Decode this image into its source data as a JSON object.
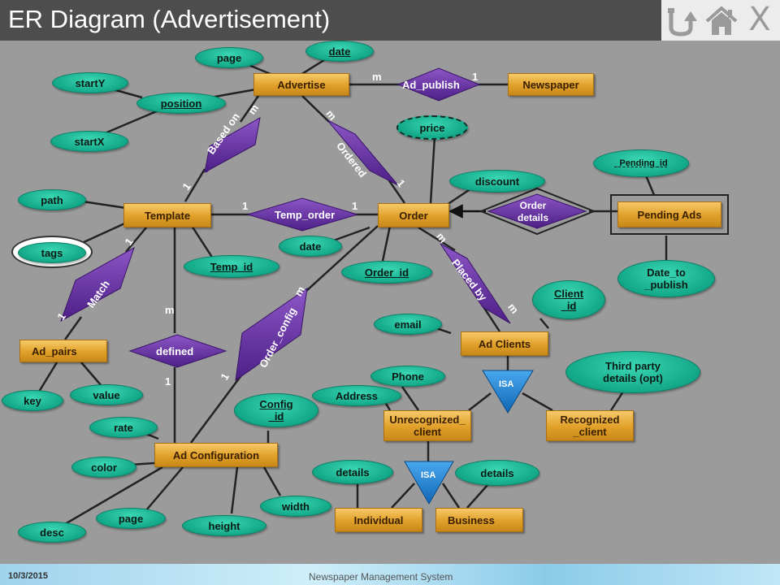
{
  "slide": {
    "title": "ER Diagram (Advertisement)",
    "date": "10/3/2015",
    "footer": "Newspaper Management System"
  },
  "nav": {
    "back_icon": "back-arrow-icon",
    "home_icon": "home-icon",
    "close_label": "X"
  },
  "entities": {
    "advertise": "Advertise",
    "newspaper": "Newspaper",
    "template": "Template",
    "order": "Order",
    "pending_ads": "Pending Ads",
    "ad_pairs": "Ad_pairs",
    "ad_clients": "Ad Clients",
    "unrecognized_client": "Unrecognized_\nclient",
    "recognized_client": "Recognized\n_client",
    "ad_configuration": "Ad Configuration",
    "individual": "Individual",
    "business": "Business"
  },
  "relationships": {
    "ad_publish": "Ad_publish",
    "based_on": "Based on",
    "ordered": "Ordered",
    "temp_order": "Temp_order",
    "order_details": "Order\ndetails",
    "match": "Match",
    "defined": "defined",
    "order_config": "Order_config",
    "placed_by": "Placed by",
    "isa_top": "ISA",
    "isa_bottom": "ISA"
  },
  "attributes": {
    "page_top": "page",
    "date_top": "date",
    "startY": "startY",
    "position": "position",
    "startX": "startX",
    "price": "price",
    "discount": "discount",
    "pending_id": "_Pending_id",
    "path": "path",
    "tags": "tags",
    "temp_id": "Temp_id",
    "date_order": "date",
    "order_id": "Order_id",
    "date_to_publish": "Date_to\n_publish",
    "client_id": "Client\n_id",
    "email": "email",
    "phone": "Phone",
    "address": "Address",
    "third_party": "Third party\ndetails (opt)",
    "key": "key",
    "value": "value",
    "config_id": "Config\n_id",
    "rate": "rate",
    "color": "color",
    "details_left": "details",
    "details_right": "details",
    "page_bottom": "page",
    "width": "width",
    "height": "height",
    "desc": "desc"
  },
  "cardinalities": {
    "adpub_m": "m",
    "adpub_1": "1",
    "based_m": "m",
    "based_1": "1",
    "ordered_m": "m",
    "ordered_1": "1",
    "temp_1a": "1",
    "temp_1b": "1",
    "match_1a": "1",
    "match_1b": "1",
    "defined_m": "m",
    "defined_1": "1",
    "config_m": "m",
    "config_1": "1",
    "placed_m": "m",
    "placed_m2": "m"
  }
}
